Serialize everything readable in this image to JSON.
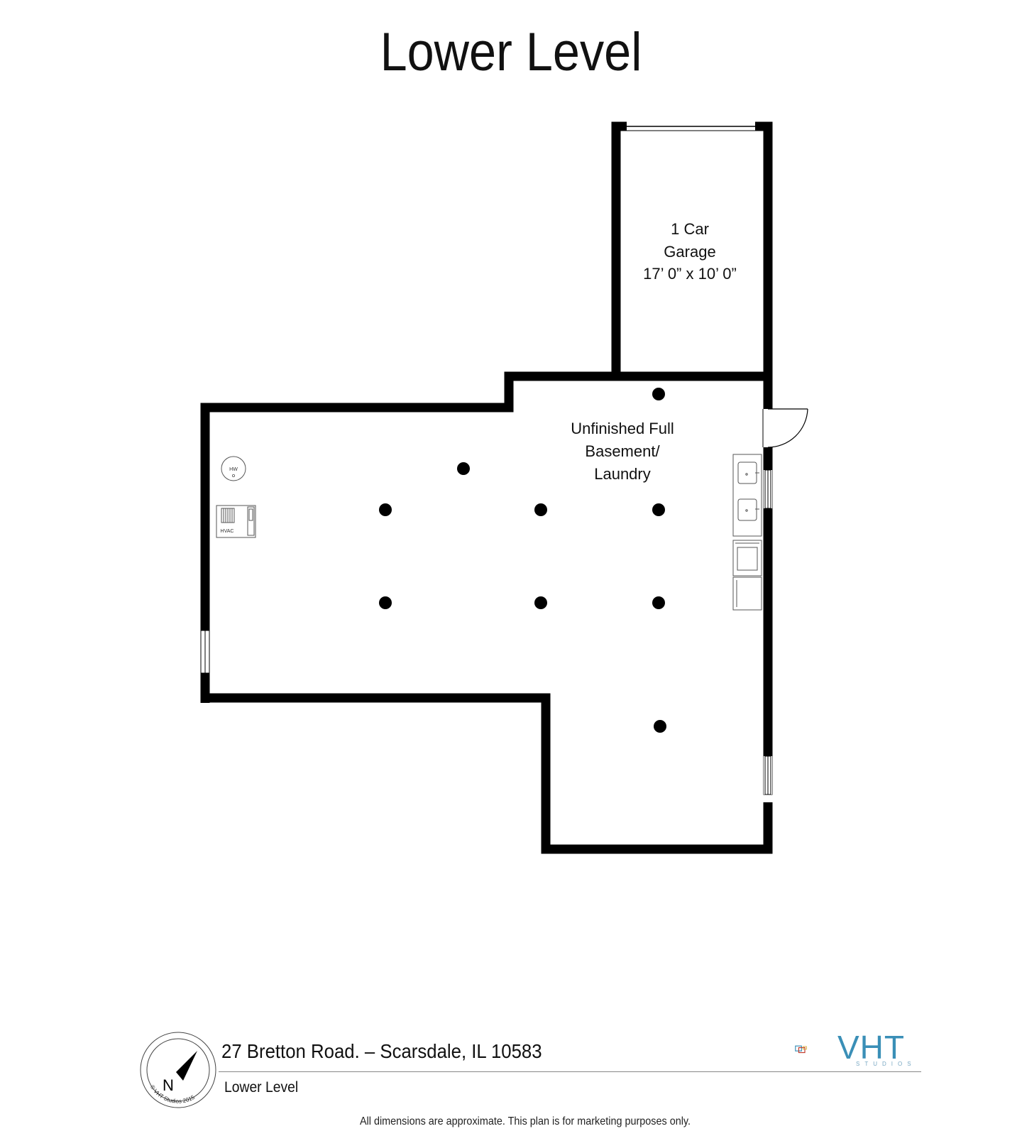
{
  "title": "Lower Level",
  "rooms": {
    "garage": {
      "line1": "1 Car",
      "line2": "Garage",
      "line3": "17’ 0” x 10’ 0”"
    },
    "basement": {
      "line1": "Unfinished Full",
      "line2": "Basement/",
      "line3": "Laundry"
    }
  },
  "fixtures": {
    "water_heater": "HW",
    "hvac": "HVAC"
  },
  "footer": {
    "address": "27 Bretton Road. – Scarsdale, IL 10583",
    "level": "Lower Level",
    "disclaimer": "All dimensions are approximate. This plan is for marketing purposes only."
  },
  "logo": {
    "name": "VHT",
    "subtitle": "STUDIOS"
  },
  "compass": {
    "direction": "N",
    "copyright": "© VHT Studios 2015"
  },
  "colors": {
    "wall": "#000000",
    "logo_blue": "#3a8fb7",
    "logo_red": "#c0392b",
    "logo_gold": "#d4a017"
  }
}
